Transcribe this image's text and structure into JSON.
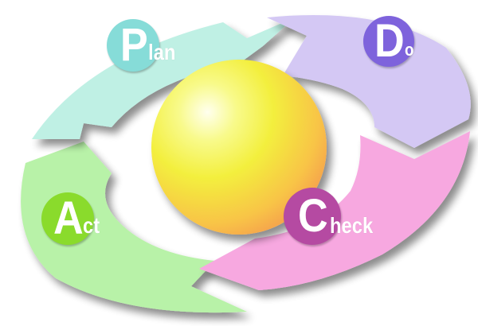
{
  "diagram": {
    "type": "PDCA cycle",
    "center": {
      "shape": "sphere",
      "color": "#f7e64a"
    },
    "stages": [
      {
        "key": "plan",
        "initial": "P",
        "rest": "lan",
        "label": "Plan",
        "arrow_color": "#bff0e4",
        "badge_color": "#86dcd8"
      },
      {
        "key": "do",
        "initial": "D",
        "rest": "o",
        "label": "Do",
        "arrow_color": "#d4c8f4",
        "badge_color": "#7e63dc"
      },
      {
        "key": "check",
        "initial": "C",
        "rest": "heck",
        "label": "Check",
        "arrow_color": "#f7a8e0",
        "badge_color": "#b54aa2"
      },
      {
        "key": "act",
        "initial": "A",
        "rest": "ct",
        "label": "Act",
        "arrow_color": "#b8f2a8",
        "badge_color": "#8adb2c"
      }
    ]
  }
}
